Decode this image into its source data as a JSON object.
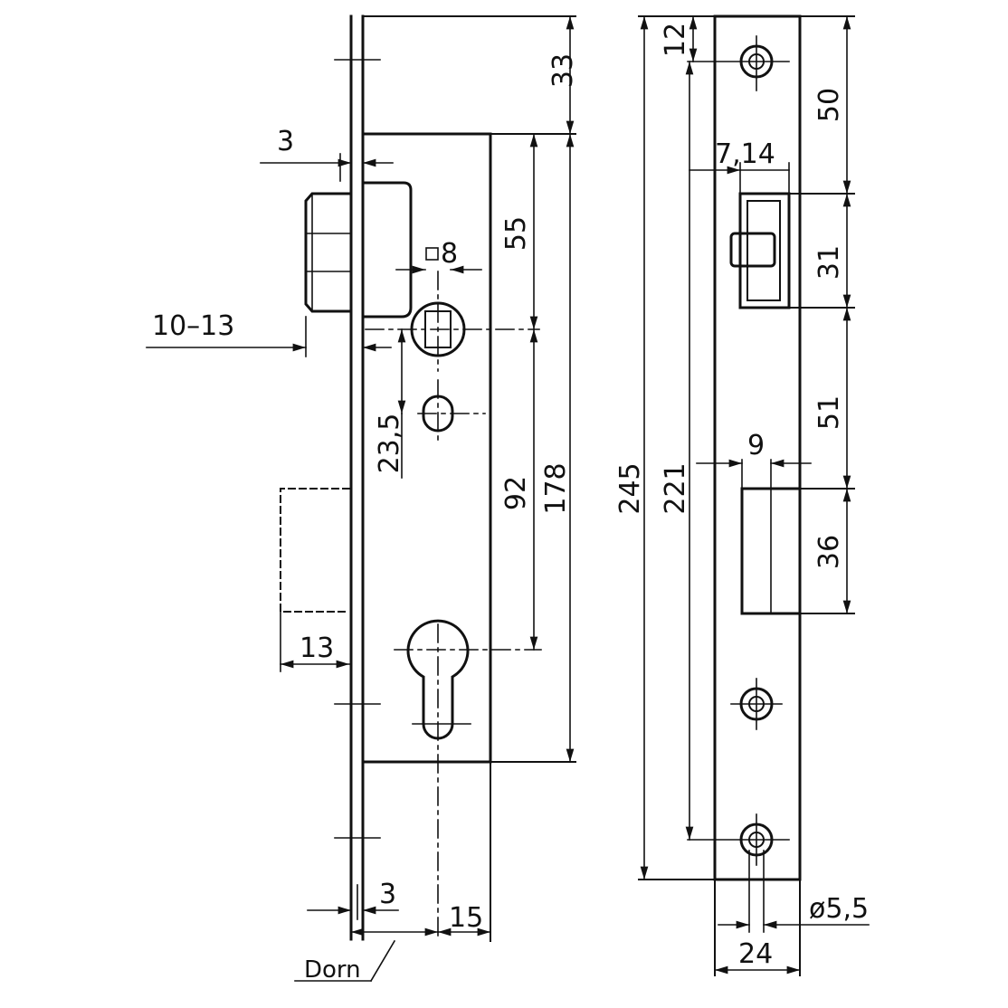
{
  "drawing": {
    "left_view": {
      "dim_33": "33",
      "dim_3_top": "3",
      "dim_square_8": "8",
      "dim_55": "55",
      "dim_10_13": "10–13",
      "dim_23_5": "23,5",
      "dim_92": "92",
      "dim_178": "178",
      "dim_13": "13",
      "dim_3_bottom": "3",
      "dim_15": "15",
      "label_dorn": "Dorn"
    },
    "right_view": {
      "dim_12": "12",
      "dim_50": "50",
      "dim_7_14": "7,14",
      "dim_31": "31",
      "dim_51": "51",
      "dim_9": "9",
      "dim_245": "245",
      "dim_221": "221",
      "dim_36": "36",
      "dim_dia_5_5": "ø5,5",
      "dim_24": "24"
    }
  }
}
